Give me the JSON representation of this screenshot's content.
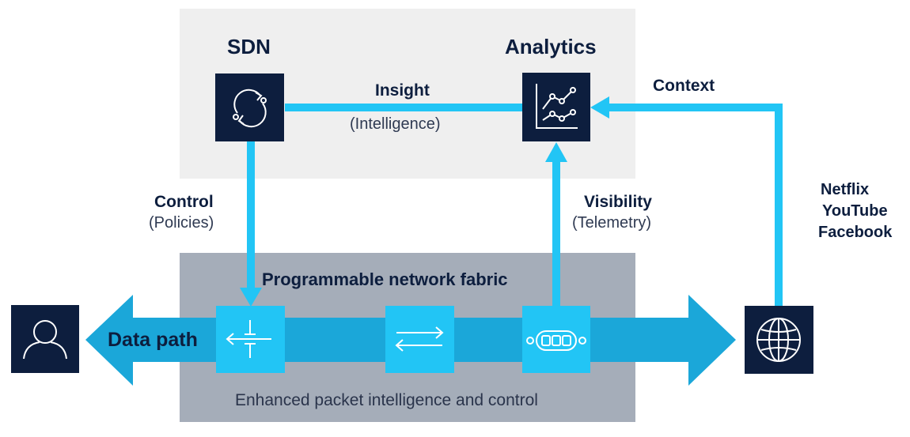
{
  "top": {
    "sdn_title": "SDN",
    "analytics_title": "Analytics",
    "insight_label": "Insight",
    "insight_sub": "(Intelligence)"
  },
  "links": {
    "context_label": "Context",
    "control_label": "Control",
    "control_sub": "(Policies)",
    "visibility_label": "Visibility",
    "visibility_sub": "(Telemetry)"
  },
  "services": [
    "Netflix",
    "YouTube",
    "Facebook"
  ],
  "fabric": {
    "title": "Programmable network fabric",
    "data_path_label": "Data path",
    "subtitle": "Enhanced packet intelligence and control"
  },
  "colors": {
    "navy": "#0d1e3e",
    "cyan": "#22c5f5",
    "arrow_blue": "#1ba7d9",
    "top_panel": "#efefef",
    "bottom_panel": "#a5adb9"
  },
  "icons": {
    "sdn": "refresh-cycle-icon",
    "analytics": "line-chart-icon",
    "user": "user-icon",
    "internet": "globe-icon",
    "switch_1": "split-arrow-icon",
    "switch_2": "exchange-arrows-icon",
    "switch_3": "chain-nodes-icon"
  }
}
